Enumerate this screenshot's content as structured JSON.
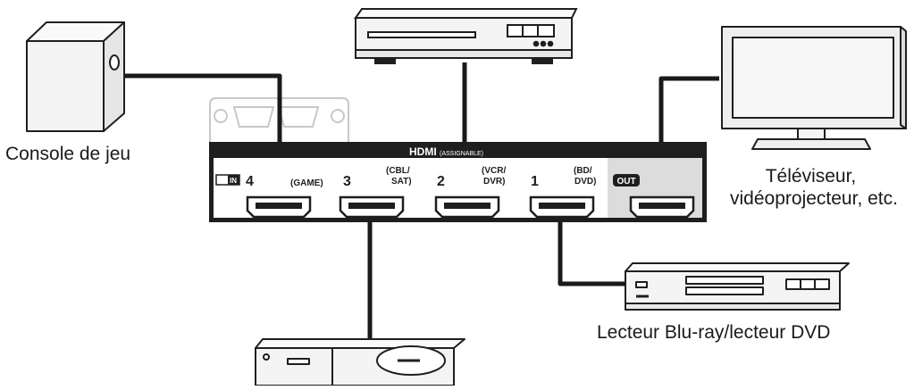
{
  "panel": {
    "hdmi_title": "HDMI",
    "hdmi_subtitle": "(ASSIGNABLE)",
    "in_label": "IN",
    "out_label": "OUT",
    "inputs": [
      {
        "number": "4",
        "tag_line1": "(GAME)",
        "tag_line2": ""
      },
      {
        "number": "3",
        "tag_line1": "(CBL/",
        "tag_line2": "SAT)"
      },
      {
        "number": "2",
        "tag_line1": "(VCR/",
        "tag_line2": "DVR)"
      },
      {
        "number": "1",
        "tag_line1": "(BD/",
        "tag_line2": "DVD)"
      }
    ]
  },
  "devices": {
    "game_console": "Console de jeu",
    "tv_line1": "Téléviseur,",
    "tv_line2": "vidéoprojecteur, etc.",
    "bluray": "Lecteur Blu-ray/lecteur DVD"
  },
  "colors": {
    "panel": "#1e1e1e",
    "panel_text": "#ffffff",
    "cable": "#1a1a1a",
    "device_fill": "#f4f4f4",
    "device_stroke": "#1f1f1f",
    "out_area": "#dcdcdc",
    "faded": "#c8c8c8"
  }
}
